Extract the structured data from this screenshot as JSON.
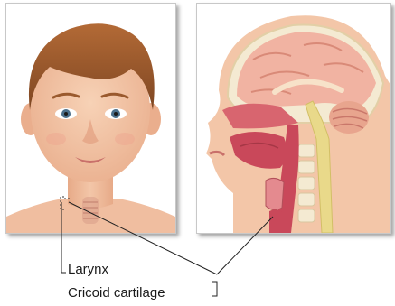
{
  "labels": {
    "larynx": "Larynx",
    "cricoid": "Cricoid cartilage"
  },
  "illustrations": {
    "left": "child-face-front-view",
    "right": "head-sagittal-section"
  },
  "colors": {
    "skin": "#f3c6a8",
    "hair": "#9a5a2e",
    "brain": "#f1b3a2",
    "cerebellum": "#e8a58e",
    "airway_tissue": "#c9485a",
    "spinal_cord": "#e9d98a",
    "bone": "#f4ead2",
    "leader_line": "#222222"
  }
}
